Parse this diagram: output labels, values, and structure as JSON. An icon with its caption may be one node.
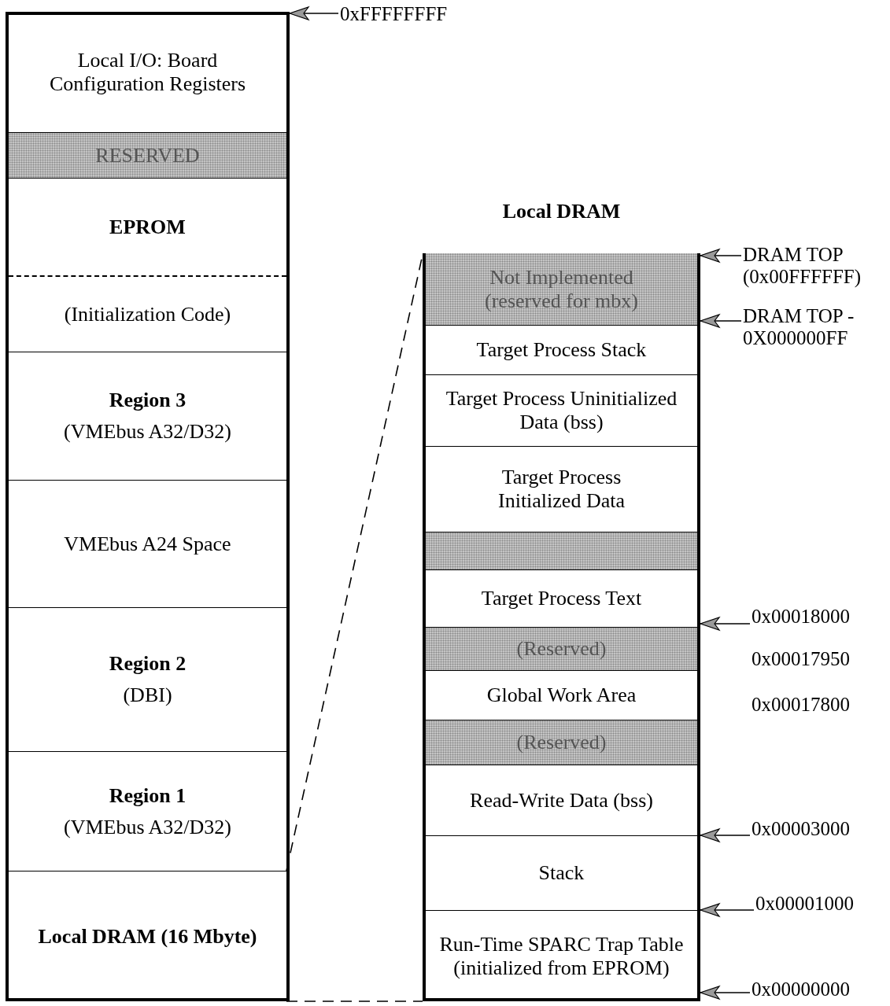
{
  "diagram": {
    "nodes": [
      {
        "text": [],
        "shape": "box"
      },
      {
        "text": [
          "Local I/O: Board Configuration Registers"
        ],
        "in": 0
      },
      {
        "text": [
          "RESERVED"
        ],
        "in": 0
      },
      {
        "text": [
          "EPROM"
        ],
        "in": 0
      },
      {
        "text": [
          "(Initialization Code)"
        ],
        "in": 0
      },
      {
        "text": [
          "Region 3",
          "(VMEbus A32/D32)"
        ],
        "in": 0
      },
      {
        "text": [
          "VMEbus A24 Space"
        ],
        "in": 0
      },
      {
        "text": [
          "Region 2",
          "(DBI)"
        ],
        "in": 0
      },
      {
        "text": [
          "Region 1",
          "(VMEbus A32/D32)"
        ],
        "in": 0
      },
      {
        "text": [
          "Local DRAM (16 Mbyte)"
        ],
        "in": 0
      },
      {
        "text": [
          "Local DRAM"
        ]
      },
      {
        "text": [
          "Not Implemented (reserved for mbx)"
        ],
        "in": 10
      },
      {
        "text": [
          "Target Process Stack"
        ],
        "in": 10
      },
      {
        "text": [
          "Target Process Uninitialized Data (bss)"
        ],
        "in": 10
      },
      {
        "text": [
          "Target Process Initialized Data"
        ],
        "in": 10
      },
      {
        "text": [],
        "shape": "bar",
        "in": 10
      },
      {
        "text": [
          "Target Process Text"
        ],
        "in": 10
      },
      {
        "text": [
          "(Reserved)"
        ],
        "in": 10
      },
      {
        "text": [
          "Global Work Area"
        ],
        "in": 10
      },
      {
        "text": [
          "(Reserved)"
        ],
        "in": 10
      },
      {
        "text": [
          "Read-Write Data (bss)"
        ],
        "in": 10
      },
      {
        "text": [
          "Stack"
        ],
        "in": 10
      },
      {
        "text": [
          "Run-Time SPARC Trap Table (initialized from EPROM)"
        ],
        "in": 10
      },
      {
        "text": [
          "0xFFFFFFFF"
        ]
      },
      {
        "text": [
          "DRAM TOP (0x00FFFFFF)"
        ]
      },
      {
        "text": [
          "DRAM TOP - 0X000000FF"
        ]
      },
      {
        "text": [
          "0x00018000"
        ]
      },
      {
        "text": [
          "0x00003000"
        ]
      },
      {
        "text": [
          "0x00001000"
        ]
      },
      {
        "text": [
          "0x00000000"
        ]
      }
    ],
    "edges": [
      {
        "from": 9,
        "to": 10,
        "arrow": "none",
        "style": "dashed"
      },
      {
        "from": 9,
        "to": 10,
        "arrow": "none",
        "style": "dashed"
      },
      {
        "from": 23,
        "to": 0,
        "arrow": "to"
      },
      {
        "from": 24,
        "to": 10,
        "arrow": "to"
      },
      {
        "from": 25,
        "to": 10,
        "arrow": "to"
      },
      {
        "from": 26,
        "to": 10,
        "arrow": "to"
      },
      {
        "from": 27,
        "to": 10,
        "arrow": "to"
      },
      {
        "from": 28,
        "to": 10,
        "arrow": "to"
      },
      {
        "from": 29,
        "to": 10,
        "arrow": "to"
      }
    ],
    "labels": [
      "0x00017950",
      "0x00017800"
    ]
  }
}
